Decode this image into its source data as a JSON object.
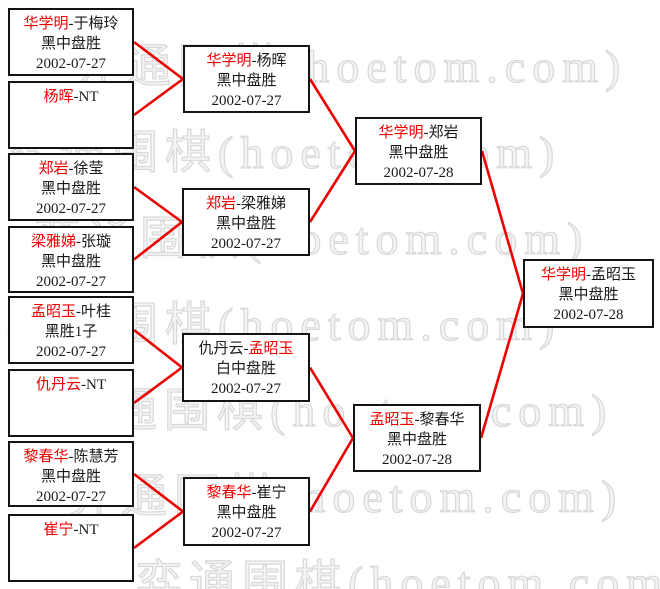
{
  "watermark": {
    "text": "弈通围棋(hoetom.com)"
  },
  "colors": {
    "winner_text": "#ee0000",
    "connector_line": "#ee0000",
    "box_border": "#141414",
    "body_text": "#1a1a1a",
    "watermark_text": "#dadada",
    "background": "#ffffff"
  },
  "bracket": {
    "rounds": [
      {
        "matches": [
          {
            "pre": "",
            "winner": "华学明",
            "post": "-于梅玲",
            "result": "黑中盘胜",
            "date": "2002-07-27"
          },
          {
            "pre": "",
            "winner": "杨晖",
            "post": "-NT",
            "result": "",
            "date": ""
          },
          {
            "pre": "",
            "winner": "郑岩",
            "post": "-徐莹",
            "result": "黑中盘胜",
            "date": "2002-07-27"
          },
          {
            "pre": "",
            "winner": "梁雅娣",
            "post": "-张璇",
            "result": "黑中盘胜",
            "date": "2002-07-27"
          },
          {
            "pre": "",
            "winner": "孟昭玉",
            "post": "-叶桂",
            "result": "黑胜1子",
            "date": "2002-07-27"
          },
          {
            "pre": "",
            "winner": "仇丹云",
            "post": "-NT",
            "result": "",
            "date": ""
          },
          {
            "pre": "",
            "winner": "黎春华",
            "post": "-陈慧芳",
            "result": "黑中盘胜",
            "date": "2002-07-27"
          },
          {
            "pre": "",
            "winner": "崔宁",
            "post": "-NT",
            "result": "",
            "date": ""
          }
        ]
      },
      {
        "matches": [
          {
            "pre": "",
            "winner": "华学明",
            "post": "-杨晖",
            "result": "黑中盘胜",
            "date": "2002-07-27"
          },
          {
            "pre": "",
            "winner": "郑岩",
            "post": "-梁雅娣",
            "result": "黑中盘胜",
            "date": "2002-07-27"
          },
          {
            "pre": "仇丹云-",
            "winner": "孟昭玉",
            "post": "",
            "result": "白中盘胜",
            "date": "2002-07-27"
          },
          {
            "pre": "",
            "winner": "黎春华",
            "post": "-崔宁",
            "result": "黑中盘胜",
            "date": "2002-07-27"
          }
        ]
      },
      {
        "matches": [
          {
            "pre": "",
            "winner": "华学明",
            "post": "-郑岩",
            "result": "黑中盘胜",
            "date": "2002-07-28"
          },
          {
            "pre": "",
            "winner": "孟昭玉",
            "post": "-黎春华",
            "result": "黑中盘胜",
            "date": "2002-07-28"
          }
        ]
      },
      {
        "matches": [
          {
            "pre": "",
            "winner": "华学明",
            "post": "-孟昭玉",
            "result": "黑中盘胜",
            "date": "2002-07-28"
          }
        ]
      }
    ]
  },
  "connections": [
    {
      "from": "r1m1",
      "to": "r2m1"
    },
    {
      "from": "r1m2",
      "to": "r2m1"
    },
    {
      "from": "r1m3",
      "to": "r2m2"
    },
    {
      "from": "r1m4",
      "to": "r2m2"
    },
    {
      "from": "r1m5",
      "to": "r2m3"
    },
    {
      "from": "r1m6",
      "to": "r2m3"
    },
    {
      "from": "r1m7",
      "to": "r2m4"
    },
    {
      "from": "r1m8",
      "to": "r2m4"
    },
    {
      "from": "r2m1",
      "to": "r3m1"
    },
    {
      "from": "r2m2",
      "to": "r3m1"
    },
    {
      "from": "r2m3",
      "to": "r3m2"
    },
    {
      "from": "r2m4",
      "to": "r3m2"
    },
    {
      "from": "r3m1",
      "to": "r4m1"
    },
    {
      "from": "r3m2",
      "to": "r4m1"
    }
  ]
}
